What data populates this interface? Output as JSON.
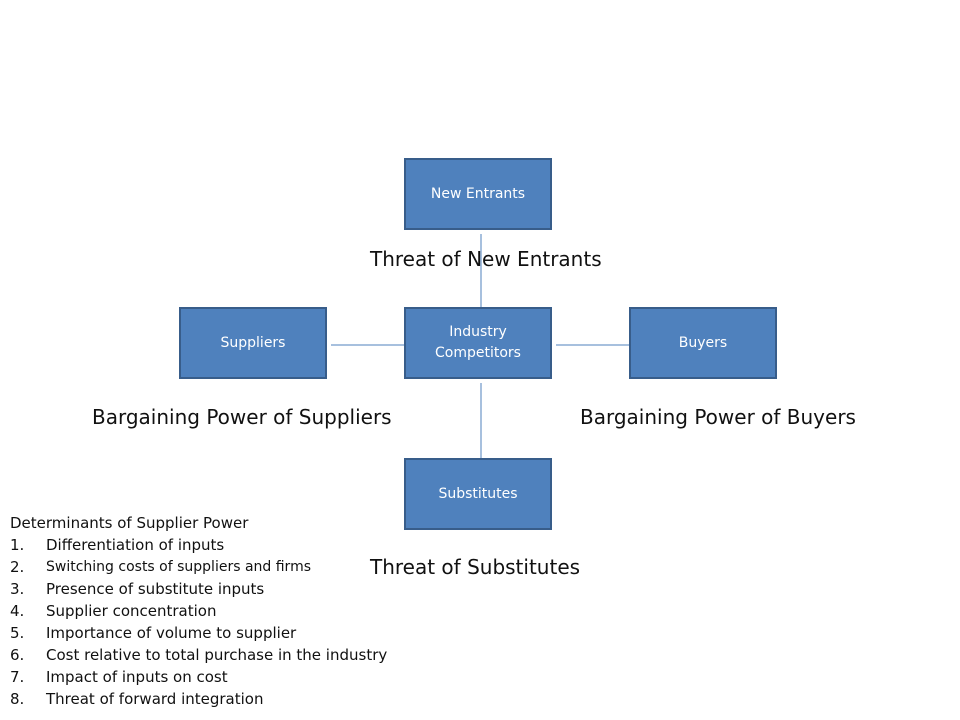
{
  "boxes": {
    "new_entrants": "New Entrants",
    "industry_competitors": "Industry Competitors",
    "suppliers": "Suppliers",
    "buyers": "Buyers",
    "substitutes": "Substitutes"
  },
  "forces": {
    "new_entrants": "Threat of New Entrants",
    "suppliers": "Bargaining Power of Suppliers",
    "buyers": "Bargaining Power of Buyers",
    "substitutes": "Threat of Substitutes"
  },
  "determinants": {
    "title": "Determinants of Supplier Power",
    "items": [
      {
        "num": "1.",
        "text": "Differentiation of inputs"
      },
      {
        "num": "2.",
        "text": "Switching costs of suppliers and firms"
      },
      {
        "num": "3.",
        "text": "Presence of substitute inputs"
      },
      {
        "num": "4.",
        "text": "Supplier concentration"
      },
      {
        "num": "5.",
        "text": "Importance of volume to supplier"
      },
      {
        "num": "6.",
        "text": "Cost relative to total purchase in the industry"
      },
      {
        "num": "7.",
        "text": "Impact of inputs on cost"
      },
      {
        "num": "8.",
        "text": "Threat of forward integration"
      }
    ]
  },
  "colors": {
    "box_fill": "#4f81bd",
    "box_border": "#385d8a",
    "connector": "#4f81bd"
  }
}
